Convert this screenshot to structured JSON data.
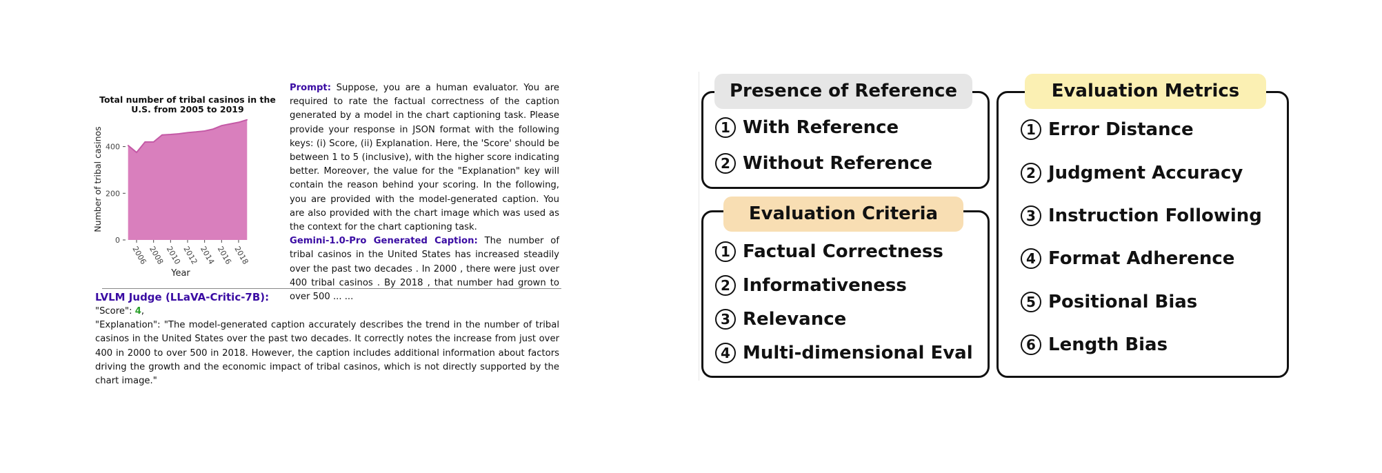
{
  "chart_data": {
    "type": "area",
    "title": "Total number of tribal casinos in the U.S. from 2005 to 2019",
    "xlabel": "Year",
    "ylabel": "Number of tribal casinos",
    "x": [
      2005,
      2006,
      2007,
      2008,
      2009,
      2010,
      2011,
      2012,
      2013,
      2014,
      2015,
      2016,
      2017,
      2018,
      2019
    ],
    "values": [
      405,
      375,
      420,
      420,
      450,
      452,
      455,
      460,
      463,
      467,
      475,
      490,
      497,
      504,
      515
    ],
    "xticks": [
      "2006",
      "2008",
      "2010",
      "2012",
      "2014",
      "2016",
      "2018"
    ],
    "yticks": [
      "0",
      "200",
      "400"
    ],
    "ylim": [
      0,
      520
    ],
    "xlim": [
      2004.7,
      2019.3
    ],
    "color": "#d97fbd",
    "line_color": "#c45aa6",
    "grid": false,
    "legend": "none"
  },
  "prompt": {
    "label": "Prompt:",
    "text": "Suppose, you are a human evaluator. You are required to rate the factual correctness of the caption generated by a model in the chart captioning task. Please provide your response in JSON format with the following keys: (i) Score, (ii) Explanation. Here, the 'Score' should be between 1 to 5 (inclusive), with the higher score indicating better. Moreover, the value for the \"Explanation\" key will contain the reason behind your scoring. In the following, you are provided with the model-generated caption. You are also provided with the chart image which was used as the context for the chart captioning task.",
    "caption_label": "Gemini-1.0-Pro Generated Caption:",
    "caption_text": "The number of tribal casinos in the United States has increased steadily over the past two decades . In 2000 , there were just over 400 tribal casinos . By 2018 , that number had grown to over 500 ... ..."
  },
  "judge": {
    "title": "LVLM Judge (LLaVA-Critic-7B):",
    "score_key": "\"Score\": ",
    "score_value": "4",
    "score_suffix": ",",
    "explanation": "\"Explanation\": \"The model-generated caption accurately describes the trend in the number of tribal casinos in the United States over the past two decades. It correctly notes the increase from just over 400 in 2000 to over 500 in 2018. However, the caption includes additional information about factors driving the growth and the economic impact of tribal casinos, which is not directly supported by the chart image.\""
  },
  "reference": {
    "title": "Presence of Reference",
    "color": "#e6e6e6",
    "items": [
      {
        "num": "1",
        "label": "With Reference"
      },
      {
        "num": "2",
        "label": "Without Reference"
      }
    ]
  },
  "criteria": {
    "title": "Evaluation Criteria",
    "color": "#f8deb3",
    "items": [
      {
        "num": "1",
        "label": "Factual Correctness"
      },
      {
        "num": "2",
        "label": "Informativeness"
      },
      {
        "num": "3",
        "label": "Relevance"
      },
      {
        "num": "4",
        "label": "Multi-dimensional Eval"
      }
    ]
  },
  "metrics": {
    "title": "Evaluation Metrics",
    "color": "#fbf0b3",
    "items": [
      {
        "num": "1",
        "label": "Error Distance"
      },
      {
        "num": "2",
        "label": "Judgment Accuracy"
      },
      {
        "num": "3",
        "label": "Instruction Following"
      },
      {
        "num": "4",
        "label": "Format Adherence"
      },
      {
        "num": "5",
        "label": "Positional Bias"
      },
      {
        "num": "6",
        "label": "Length Bias"
      }
    ]
  }
}
